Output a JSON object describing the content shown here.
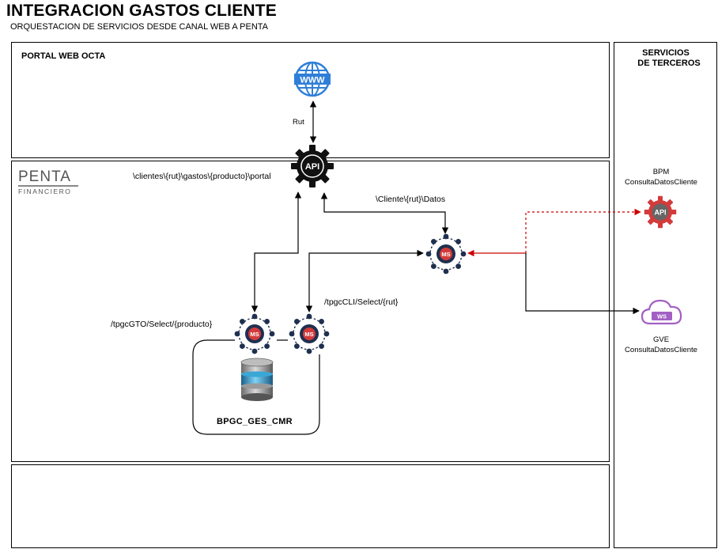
{
  "header": {
    "title": "INTEGRACION GASTOS CLIENTE",
    "subtitle": "ORQUESTACION DE SERVICIOS DESDE CANAL WEB A PENTA"
  },
  "panels": {
    "portal": {
      "label": "PORTAL WEB OCTA"
    },
    "terceros": {
      "label_line1": "SERVICIOS",
      "label_line2": "DE TERCEROS"
    }
  },
  "logo": {
    "word": "PENTA",
    "sub": "FINANCIERO"
  },
  "icons": {
    "www": {
      "text": "WWW",
      "name": "globe-icon"
    },
    "api_gateway": {
      "text": "API",
      "name": "api-gear-icon"
    },
    "bpm_api": {
      "text": "API",
      "name": "api-gear-icon"
    },
    "ms": {
      "text": "MS",
      "name": "microservice-icon"
    },
    "gve_ws": {
      "text": "WS",
      "name": "cloud-ws-icon"
    },
    "database": {
      "name": "database-icon"
    }
  },
  "labels": {
    "rut": "Rut",
    "portal_path": "\\clientes\\{rut}\\gastos\\{producto}\\portal",
    "cliente_datos": "\\Cliente\\{rut}\\Datos",
    "tpgccli": "/tpgcCLI/Select/{rut}",
    "tpgcgto": "/tpgcGTO/Select/{producto}",
    "db_name": "BPGC_GES_CMR"
  },
  "services": {
    "bpm_name": "BPM",
    "bpm_op": "ConsultaDatosCliente",
    "gve_name": "GVE",
    "gve_op": "ConsultaDatosCliente"
  },
  "colors": {
    "ms_dark": "#1f2f4f",
    "api_red": "#d33b3b",
    "ws_purple": "#a25fc4",
    "link_red": "#cc0000",
    "globe_blue": "#2f7fd8"
  }
}
